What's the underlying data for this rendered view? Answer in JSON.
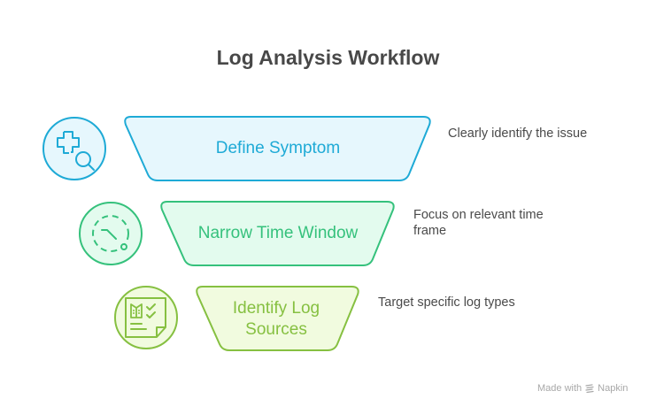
{
  "title": "Log Analysis Workflow",
  "steps": [
    {
      "label": "Define Symptom",
      "description": "Clearly identify the issue",
      "icon": "medical-search-icon",
      "stroke": "#1eaad6",
      "fill": "#e6f7fd"
    },
    {
      "label": "Narrow Time Window",
      "description": "Focus on relevant time frame",
      "icon": "clock-dashed-icon",
      "stroke": "#35c17c",
      "fill": "#e3fbee"
    },
    {
      "label": "Identify Log Sources",
      "description": "Target specific log types",
      "icon": "checklist-document-icon",
      "stroke": "#86c041",
      "fill": "#f1fbdf"
    }
  ],
  "footer": {
    "prefix": "Made with",
    "brand": "Napkin"
  }
}
